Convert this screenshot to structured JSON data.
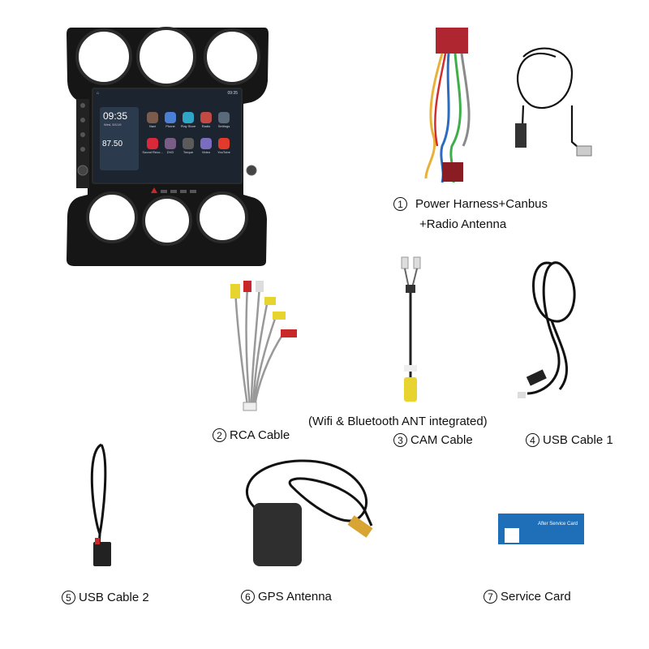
{
  "head_unit": {
    "clock_time": "09:35",
    "clock_date": "Wed, 5/1/19",
    "status_time": "09:35",
    "radio_frequency": "87.50",
    "apps": [
      {
        "label": "Navi",
        "color": "#7b5b4b"
      },
      {
        "label": "Phone",
        "color": "#4a7fd4"
      },
      {
        "label": "Play Store",
        "color": "#2fa6c7"
      },
      {
        "label": "Radio",
        "color": "#c24a42"
      },
      {
        "label": "Settings",
        "color": "#5a6a7a"
      },
      {
        "label": "Sound Reco...",
        "color": "#d8283a"
      },
      {
        "label": "DVD",
        "color": "#7a5d86"
      },
      {
        "label": "Torque",
        "color": "#5b5b5b"
      },
      {
        "label": "Video",
        "color": "#7a6dc0"
      },
      {
        "label": "YouTube",
        "color": "#e23a2b"
      }
    ]
  },
  "items": [
    {
      "number": "1",
      "line1": "Power Harness+Canbus",
      "line2": "+Radio Antenna"
    },
    {
      "number": "2",
      "text": "RCA Cable"
    },
    {
      "number": "3",
      "text": "CAM Cable"
    },
    {
      "number": "4",
      "text": "USB Cable 1"
    },
    {
      "number": "5",
      "text": "USB Cable 2"
    },
    {
      "number": "6",
      "text": "GPS Antenna"
    },
    {
      "number": "7",
      "text": "Service Card"
    }
  ],
  "wifi_note": "(Wifi & Bluetooth ANT integrated)",
  "service_card": {
    "title": "After Service Card"
  }
}
